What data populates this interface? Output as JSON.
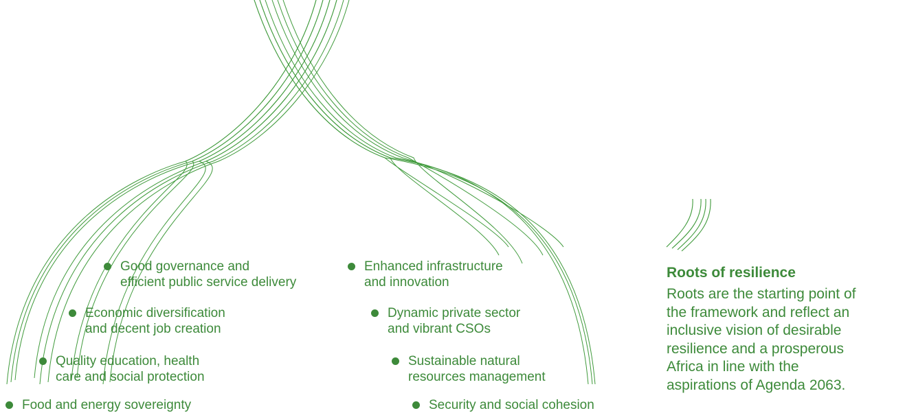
{
  "colors": {
    "accent": "#3d8a3a",
    "stroke": "#3f9a3b"
  },
  "items": [
    {
      "lines": [
        "Good governance and",
        "efficient public service delivery"
      ]
    },
    {
      "lines": [
        "Economic diversification",
        "and decent job creation"
      ]
    },
    {
      "lines": [
        "Quality education, health",
        "care and social protection"
      ]
    },
    {
      "lines": [
        "Food and energy sovereignty"
      ]
    },
    {
      "lines": [
        "Enhanced infrastructure",
        "and innovation"
      ]
    },
    {
      "lines": [
        "Dynamic private sector",
        "and vibrant CSOs"
      ]
    },
    {
      "lines": [
        "Sustainable natural",
        "resources management"
      ]
    },
    {
      "lines": [
        "Security and social cohesion"
      ]
    }
  ],
  "panel": {
    "title": "Roots of resilience",
    "lines": [
      "Roots are the starting point of",
      "the framework and reflect an",
      "inclusive vision of desirable",
      "resilience and a prosperous",
      "Africa in line with the",
      "aspirations of Agenda 2063."
    ]
  }
}
